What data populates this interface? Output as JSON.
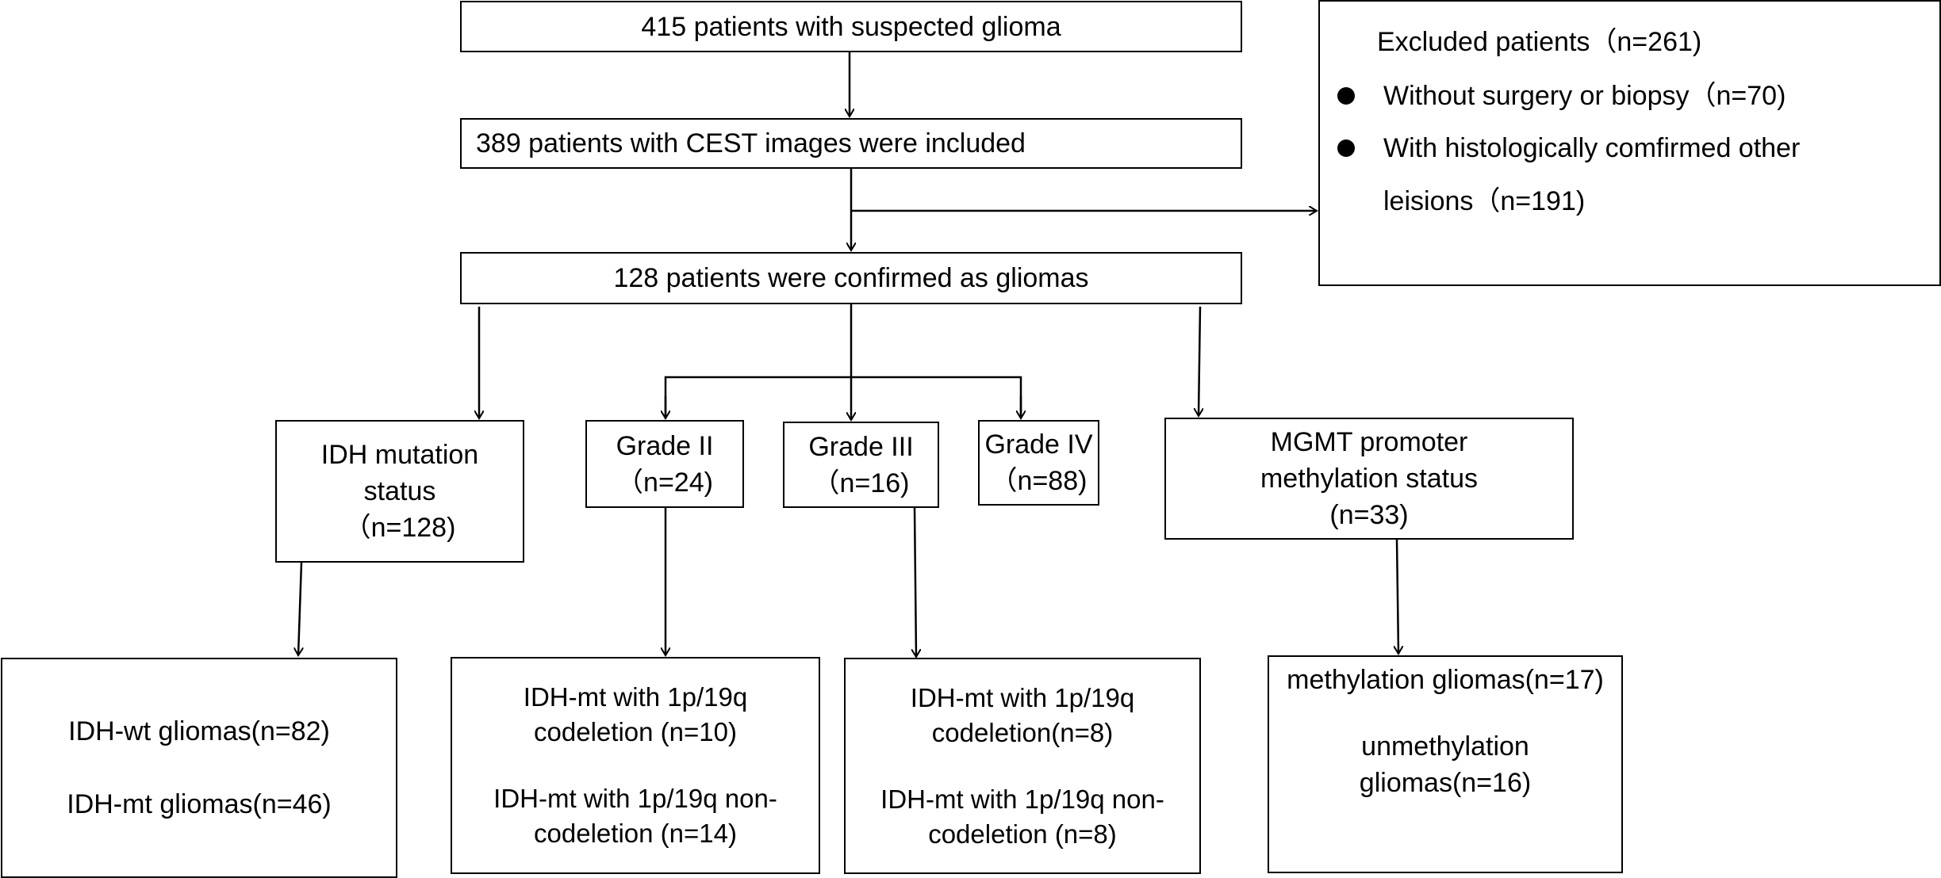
{
  "boxes": {
    "suspected": {
      "text": "415 patients with suspected glioma"
    },
    "included": {
      "text": "389 patients with CEST  images were included"
    },
    "confirmed": {
      "text": "128  patients were confirmed as gliomas"
    },
    "excluded": {
      "title": "Excluded patients（n=261)",
      "items": [
        {
          "line1": "Without surgery or biopsy（n=70)",
          "line2": ""
        },
        {
          "line1": "With histologically comfirmed other",
          "line2": "leisions（n=191)"
        }
      ]
    },
    "idh_status": {
      "line1": "IDH mutation",
      "line2": "status",
      "line3": "（n=128)"
    },
    "grade2": {
      "line1": "Grade II",
      "line2": "（n=24)"
    },
    "grade3": {
      "line1": "Grade III",
      "line2": "（n=16)"
    },
    "grade4": {
      "line1": "Grade IV",
      "line2": "（n=88)"
    },
    "mgmt_status": {
      "line1": "MGMT promoter",
      "line2": "methylation status",
      "line3": "(n=33)"
    },
    "idh_results": {
      "line1": "IDH-wt gliomas(n=82)",
      "line2": "IDH-mt gliomas(n=46)"
    },
    "grade2_results": {
      "line1": "IDH-mt with 1p/19q",
      "line2": "codeletion (n=10)",
      "line3": "IDH-mt with 1p/19q non-",
      "line4": "codeletion (n=14)"
    },
    "grade3_results": {
      "line1": "IDH-mt with 1p/19q",
      "line2": "codeletion(n=8)",
      "line3": "IDH-mt with 1p/19q non-",
      "line4": "codeletion (n=8)"
    },
    "mgmt_results": {
      "line1": "methylation gliomas(n=17)",
      "line2": "unmethylation",
      "line3": "gliomas(n=16)"
    }
  },
  "colors": {
    "stroke": "#000000",
    "background": "#ffffff",
    "text": "#000000"
  }
}
